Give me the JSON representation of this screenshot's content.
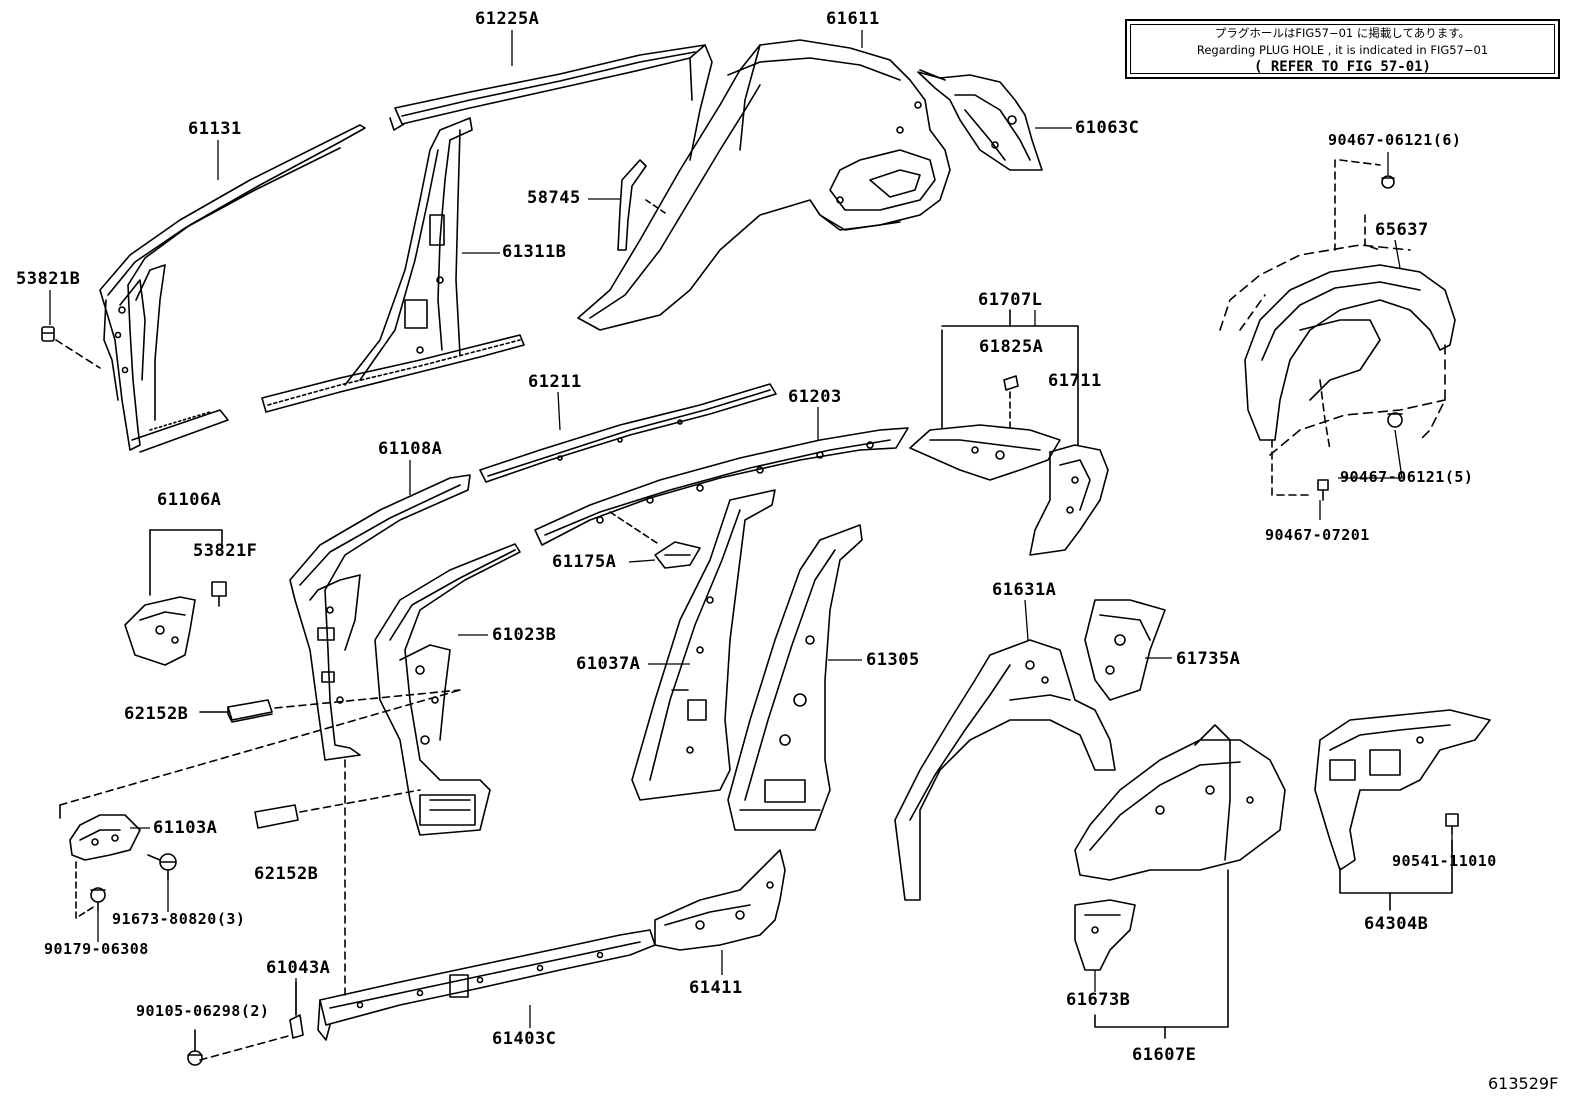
{
  "note": {
    "line1": "プラグホールはFIG57−01 に掲載してあります。",
    "line2": "Regarding PLUG HOLE , it is indicated in FIG57−01",
    "line3": "( REFER TO FIG 57-01)"
  },
  "figure_code": "613529F",
  "parts": [
    "61225A",
    "61611",
    "61131",
    "58745",
    "61063C",
    "61311B",
    "53821B",
    "90467-06121(6)",
    "65637",
    "61707L",
    "61825A",
    "61711",
    "61211",
    "61203",
    "61108A",
    "61106A",
    "53821F",
    "61175A",
    "90467-06121(5)",
    "90467-07201",
    "61631A",
    "61023B",
    "61735A",
    "61037A",
    "61305",
    "62152B",
    "62152B",
    "61103A",
    "91673-80820(3)",
    "90179-06308",
    "90541-11010",
    "64304B",
    "61043A",
    "61411",
    "61673B",
    "90105-06298(2)",
    "61403C",
    "61607E"
  ]
}
